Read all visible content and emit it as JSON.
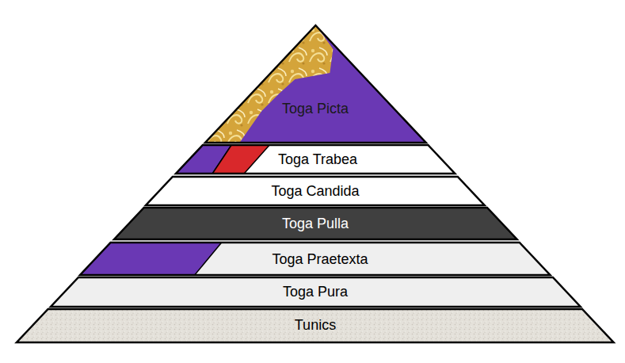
{
  "diagram": {
    "nodes": [
      {
        "text": [
          "Toga Picta"
        ]
      },
      {
        "text": [
          "Toga Trabea"
        ]
      },
      {
        "text": [
          "Toga Candida"
        ]
      },
      {
        "text": [
          "Toga Pulla"
        ]
      },
      {
        "text": [
          "Toga Praetexta"
        ]
      },
      {
        "text": [
          "Toga Pura"
        ]
      },
      {
        "text": [
          "Tunics"
        ]
      }
    ]
  }
}
